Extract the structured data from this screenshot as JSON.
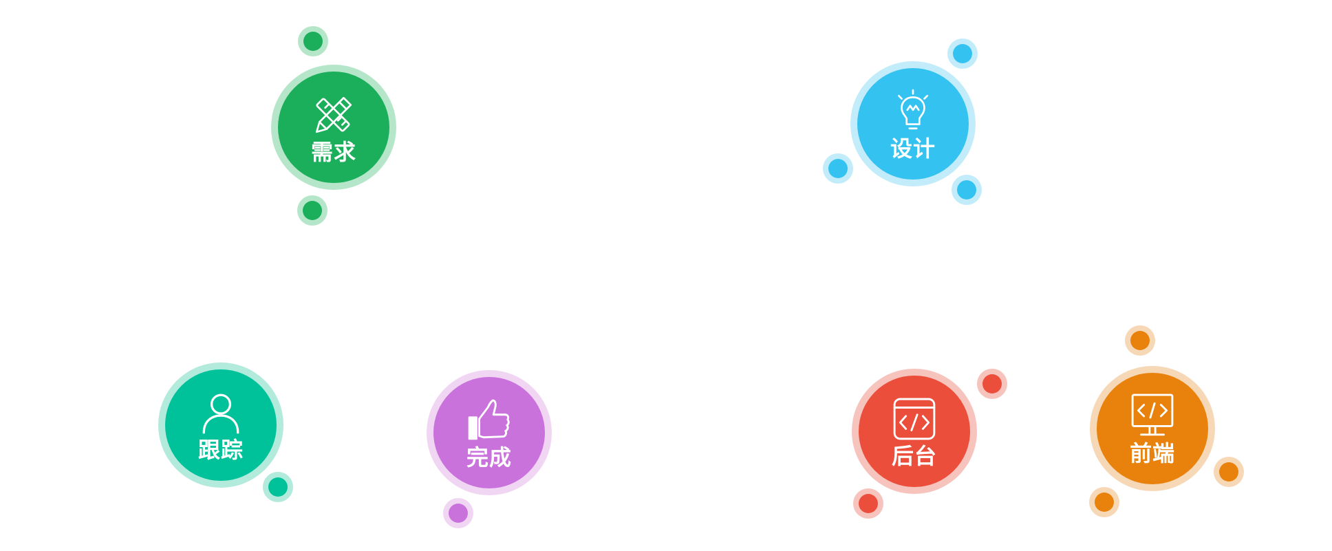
{
  "nodes": {
    "requirement": {
      "label": "需求",
      "icon": "pencil-ruler-icon",
      "color": "#1bae5b"
    },
    "design": {
      "label": "设计",
      "icon": "lightbulb-icon",
      "color": "#34c2f0"
    },
    "tracking": {
      "label": "跟踪",
      "icon": "user-icon",
      "color": "#00c29a"
    },
    "complete": {
      "label": "完成",
      "icon": "thumbs-up-icon",
      "color": "#ca72dc"
    },
    "backend": {
      "label": "后台",
      "icon": "code-window-icon",
      "color": "#eb4e3b"
    },
    "frontend": {
      "label": "前端",
      "icon": "code-monitor-icon",
      "color": "#e8820d"
    }
  }
}
